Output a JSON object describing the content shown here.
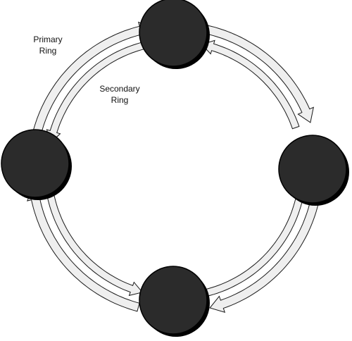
{
  "labels": {
    "primary_line1": "Primary",
    "primary_line2": "Ring",
    "secondary_line1": "Secondary",
    "secondary_line2": "Ring"
  },
  "diagram": {
    "nodes": [
      {
        "name": "top"
      },
      {
        "name": "right"
      },
      {
        "name": "bottom"
      },
      {
        "name": "left"
      }
    ],
    "rings": [
      {
        "name": "primary",
        "direction": "clockwise"
      },
      {
        "name": "secondary",
        "direction": "counterclockwise"
      }
    ]
  },
  "colors": {
    "node_fill": "#2b2b2b",
    "node_shadow": "#000000",
    "arrow_fill": "#efefef",
    "arrow_stroke": "#1a1a1a",
    "text": "#111111"
  }
}
